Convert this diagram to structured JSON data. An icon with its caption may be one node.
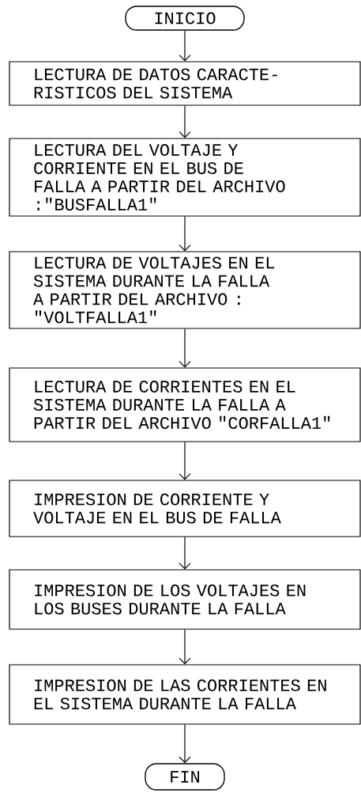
{
  "diagram": {
    "nodes": [
      {
        "text": [
          "INICIO"
        ]
      },
      {
        "text": [
          "LECTURA DE DATOS CARACTE-RISTICOS DEL SISTEMA"
        ]
      },
      {
        "text": [
          "LECTURA DEL VOLTAJE Y CORRIENTE EN EL BUS DE FALLA A PARTIR DEL ARCHIVO :\"BUSFALLA1\""
        ]
      },
      {
        "text": [
          "LECTURA DE VOLTAJES EN EL SISTEMA DURANTE LA FALLA A PARTIR DEL ARCHIVO : \"VOLTFALLA1\""
        ]
      },
      {
        "text": [
          "LECTURA DE CORRIENTES EN EL SISTEMA DURANTE LA FALLA A PARTIR DEL ARCHIVO \"CORFALLA1\""
        ]
      },
      {
        "text": [
          "IMPRESION DE CORRIENTE Y VOLTAJE EN EL BUS DE FALLA"
        ]
      },
      {
        "text": [
          "IMPRESION DE LOS VOLTAJES EN LOS BUSES DURANTE LA FALLA"
        ]
      },
      {
        "text": [
          "IMPRESION DE LAS CORRIENTES EN EL SISTEMA DURANTE LA FALLA"
        ]
      },
      {
        "text": [
          "FIN"
        ]
      }
    ],
    "edges": [
      {
        "from": 0,
        "to": 1,
        "arrow": "to"
      },
      {
        "from": 1,
        "to": 2,
        "arrow": "to"
      },
      {
        "from": 2,
        "to": 3,
        "arrow": "to"
      },
      {
        "from": 3,
        "to": 4,
        "arrow": "to"
      },
      {
        "from": 4,
        "to": 5,
        "arrow": "to"
      },
      {
        "from": 5,
        "to": 6,
        "arrow": "to"
      },
      {
        "from": 6,
        "to": 7,
        "arrow": "to"
      },
      {
        "from": 7,
        "to": 8,
        "arrow": "to"
      }
    ]
  }
}
